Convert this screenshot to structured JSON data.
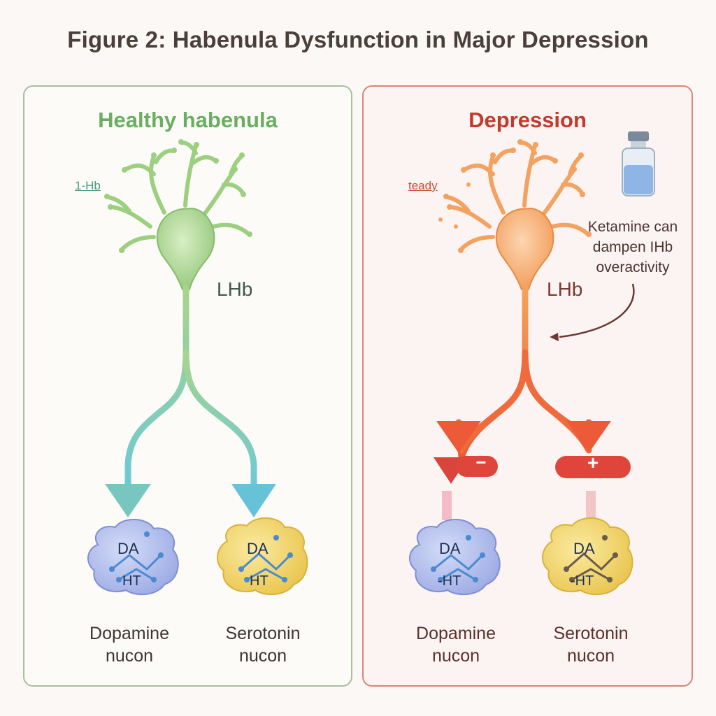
{
  "title": "Figure 2: Habenula Dysfunction in Major Depression",
  "panels": {
    "healthy": {
      "title": "Healthy habenula",
      "tiny_label": "1-Hb",
      "region_label": "LHb",
      "nuclei": [
        {
          "label_line1": "Dopamine",
          "label_line2": "nucon",
          "top_text": "DA",
          "bottom_text": "HT",
          "color": "#b8c4ee"
        },
        {
          "label_line1": "Serotonin",
          "label_line2": "nucon",
          "top_text": "DA",
          "bottom_text": "HT",
          "color": "#f2d66a"
        }
      ],
      "neuron_color": "#9fcf86",
      "arrow_color": "#72c8d8"
    },
    "depression": {
      "title": "Depression",
      "tiny_label": "teady",
      "region_label": "LHb",
      "ketamine_note": {
        "line1": "Ketamine can",
        "line2": "dampen IHb",
        "line3": "overactivity"
      },
      "signs": {
        "left": "−",
        "right": "+"
      },
      "nuclei": [
        {
          "label_line1": "Dopamine",
          "label_line2": "nucon",
          "top_text": "DA",
          "bottom_text": "-HT",
          "color": "#b8c4ee"
        },
        {
          "label_line1": "Serotonin",
          "label_line2": "nucon",
          "top_text": "DA",
          "bottom_text": "-HT",
          "color": "#f2d66a"
        }
      ],
      "neuron_color": "#f4a460",
      "arrow_color": "#ee5a38"
    }
  }
}
